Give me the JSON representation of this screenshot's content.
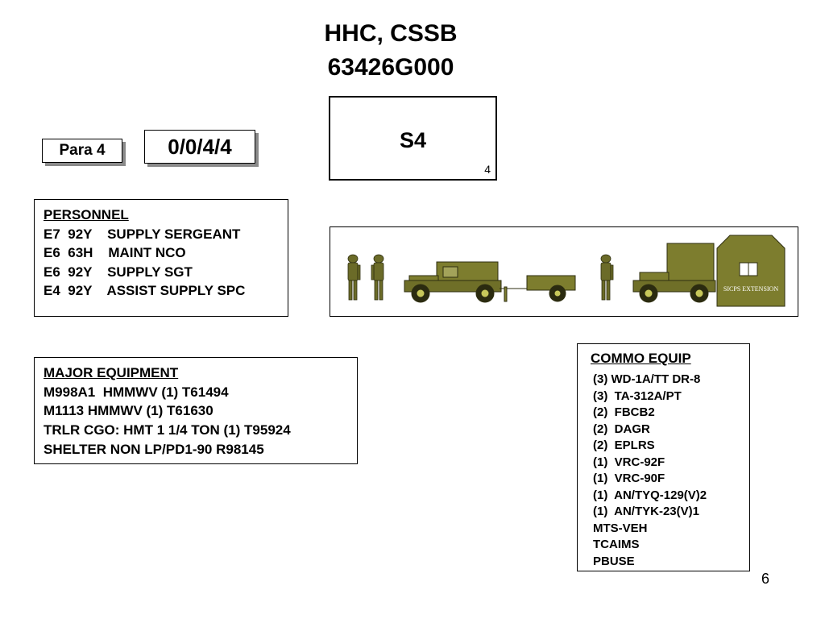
{
  "header": {
    "title": "HHC, CSSB",
    "subtitle": "63426G000"
  },
  "tags": {
    "para": "Para 4",
    "strength": "0/0/4/4"
  },
  "section_box": {
    "label": "S4",
    "number": "4"
  },
  "personnel": {
    "heading": "PERSONNEL",
    "lines": [
      "E7  92Y    SUPPLY SERGEANT",
      "E6  63H    MAINT NCO",
      "E6  92Y    SUPPLY SGT",
      "E4  92Y    ASSIST SUPPLY SPC"
    ]
  },
  "major_equipment": {
    "heading": "MAJOR EQUIPMENT",
    "lines": [
      "M998A1  HMMWV (1) T61494",
      "M1113 HMMWV (1) T61630",
      "TRLR CGO: HMT 1 1/4 TON (1) T95924",
      "SHELTER NON LP/PD1-90 R98145"
    ]
  },
  "commo_equip": {
    "heading": "COMMO EQUIP",
    "lines": [
      "(3) WD-1A/TT DR-8",
      "(3)  TA-312A/PT",
      "(2)  FBCB2",
      "(2)  DAGR",
      "(2)  EPLRS",
      "(1)  VRC-92F",
      "(1)  VRC-90F",
      "(1)  AN/TYQ-129(V)2",
      "(1)  AN/TYK-23(V)1",
      "MTS-VEH",
      "TCAIMS",
      "PBUSE"
    ]
  },
  "illustration": {
    "shelter_label": "SICPS EXTENSION"
  },
  "page_number": "6",
  "colors": {
    "olive": "#7d7d2e",
    "olive_dark": "#55561e",
    "shadow": "#8a8a8a"
  }
}
